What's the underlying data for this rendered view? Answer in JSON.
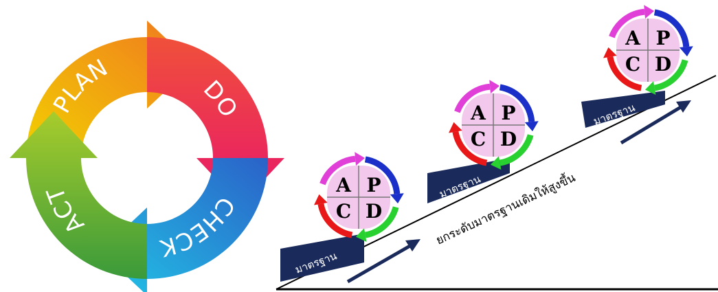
{
  "cycle": {
    "stages": [
      {
        "label": "PLAN",
        "color_start": "#f2d000",
        "color_end": "#f07820"
      },
      {
        "label": "DO",
        "color_start": "#f0503a",
        "color_end": "#e8186a"
      },
      {
        "label": "CHECK",
        "color_start": "#22c4e6",
        "color_end": "#2a62c8"
      },
      {
        "label": "ACT",
        "color_start": "#3a9a3a",
        "color_end": "#a8cc2c"
      }
    ]
  },
  "pdca": {
    "letters": [
      "A",
      "P",
      "C",
      "D"
    ],
    "quadrant_fill": "#f2c8ec",
    "ring_colors": [
      "#e040d8",
      "#1a30c8",
      "#28d030",
      "#e81818"
    ]
  },
  "ramp": {
    "standard_label": "มาตรฐาน",
    "raise_label": "ยกระดับมาตรฐานเดิมให้สูงขึ้น",
    "wedge_color": "#1a2a5a",
    "arrow_color": "#1a2a5a"
  }
}
